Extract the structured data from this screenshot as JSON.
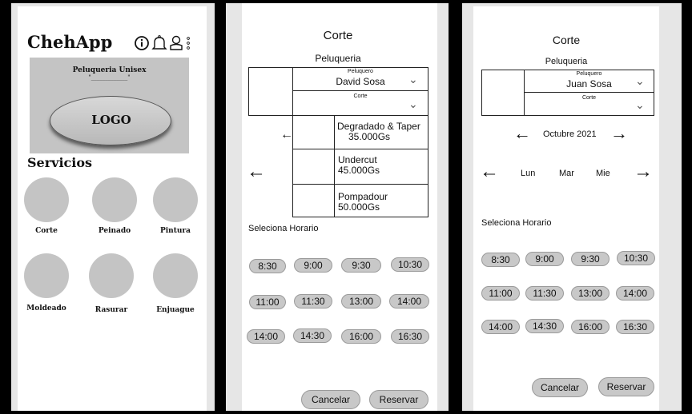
{
  "screen1": {
    "app_title": "ChehApp",
    "banner_title": "Peluqueria Unisex",
    "banner_subtitle": "\"_____________\"",
    "logo_text": "LOGO",
    "services_heading": "Servicios",
    "services": [
      {
        "label": "Corte"
      },
      {
        "label": "Peinado"
      },
      {
        "label": "Pintura"
      },
      {
        "label": "Moldeado"
      },
      {
        "label": "Rasurar"
      },
      {
        "label": "Enjuague"
      }
    ],
    "icons": [
      "info-icon",
      "bell-icon",
      "user-icon",
      "more-vertical-icon"
    ]
  },
  "screen2": {
    "title": "Corte",
    "subtitle": "Peluqueria",
    "barber_label": "Peluquero",
    "barber_value": "David Sosa",
    "cut_label": "Corte",
    "cut_value": "",
    "options": [
      {
        "name": "Degradado & Taper",
        "price": "35.000Gs"
      },
      {
        "name": "Undercut",
        "price": "45.000Gs"
      },
      {
        "name": "Pompadour",
        "price": "50.000Gs"
      }
    ],
    "schedule_label": "Seleciona Horario",
    "times": [
      "8:30",
      "9:00",
      "9:30",
      "10:30",
      "11:00",
      "11:30",
      "13:00",
      "14:00",
      "14:00",
      "14:30",
      "16:00",
      "16:30"
    ],
    "cancel_label": "Cancelar",
    "reserve_label": "Reservar"
  },
  "screen3": {
    "title": "Corte",
    "subtitle": "Peluqueria",
    "barber_label": "Peluquero",
    "barber_value": "Juan Sosa",
    "cut_label": "Corte",
    "month": "Octubre 2021",
    "days": [
      "Lun",
      "Mar",
      "Mie"
    ],
    "schedule_label": "Seleciona Horario",
    "times": [
      "8:30",
      "9:00",
      "9:30",
      "10:30",
      "11:00",
      "11:30",
      "13:00",
      "14:00",
      "14:00",
      "14:30",
      "16:00",
      "16:30"
    ],
    "cancel_label": "Cancelar",
    "reserve_label": "Reservar"
  },
  "colors": {
    "frame": "#e6e6e6",
    "accent_gray": "#c4c4c4",
    "pill": "#c8c8c8"
  }
}
